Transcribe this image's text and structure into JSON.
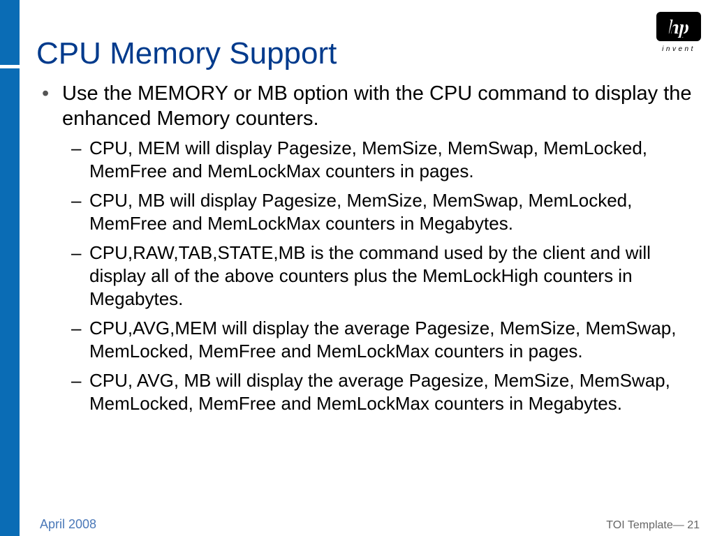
{
  "slide": {
    "title": "CPU Memory Support",
    "logo_text": "invent",
    "bullets": [
      {
        "text": "Use the MEMORY or MB option with the CPU command to display the enhanced Memory counters.",
        "marker": "•",
        "sub": [
          {
            "marker": "–",
            "text": "CPU, MEM will display Pagesize, MemSize, MemSwap, MemLocked, MemFree and MemLockMax counters in pages."
          },
          {
            "marker": "–",
            "text": "CPU, MB will display Pagesize, MemSize, MemSwap, MemLocked, MemFree and MemLockMax counters in Megabytes."
          },
          {
            "marker": "–",
            "text": "CPU,RAW,TAB,STATE,MB is the command used by the client and will display all of the above counters plus the MemLockHigh counters in Megabytes."
          },
          {
            "marker": "–",
            "text": "CPU,AVG,MEM will display the average Pagesize, MemSize, MemSwap, MemLocked, MemFree and MemLockMax counters in pages."
          },
          {
            "marker": "–",
            "text": "CPU, AVG, MB will display the average Pagesize, MemSize, MemSwap, MemLocked, MemFree and MemLockMax counters in Megabytes."
          }
        ]
      }
    ],
    "footer": {
      "date": "April 2008",
      "template": "TOI Template",
      "separator": "—",
      "page_number": "21"
    },
    "colors": {
      "sidebar": "#0a6cb5",
      "title": "#003a8c",
      "footer_date": "#4a78b8"
    }
  }
}
